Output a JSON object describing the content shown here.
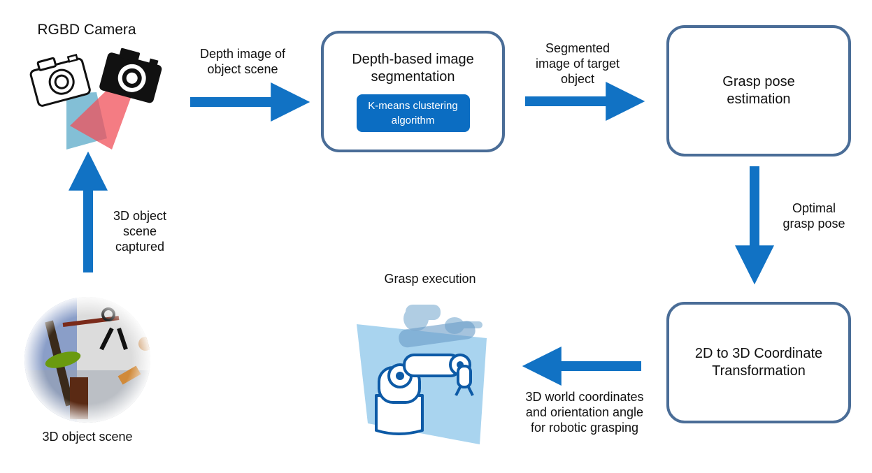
{
  "camera": {
    "title": "RGBD Camera"
  },
  "scene": {
    "caption": "3D object scene"
  },
  "edges": {
    "camera_to_seg": [
      "Depth image of",
      "object scene"
    ],
    "seg_to_grasp": [
      "Segmented",
      "image of target",
      "object"
    ],
    "grasp_to_transform": [
      "Optimal",
      "grasp pose"
    ],
    "transform_to_exec": [
      "3D world coordinates",
      "and orientation angle",
      "for robotic grasping"
    ],
    "scene_to_camera": [
      "3D object",
      "scene",
      "captured"
    ]
  },
  "nodes": {
    "segmentation": {
      "title": [
        "Depth-based image",
        "segmentation"
      ],
      "sub": [
        "K-means clustering",
        "algorithm"
      ]
    },
    "grasp_pose": {
      "title": [
        "Grasp pose",
        "estimation"
      ]
    },
    "transform": {
      "title": [
        "2D to 3D Coordinate",
        "Transformation"
      ]
    }
  },
  "execution": {
    "caption": "Grasp execution"
  },
  "colors": {
    "arrow": "#1172c4",
    "box_border": "#4a6d97",
    "subbox": "#0b6dc2"
  }
}
